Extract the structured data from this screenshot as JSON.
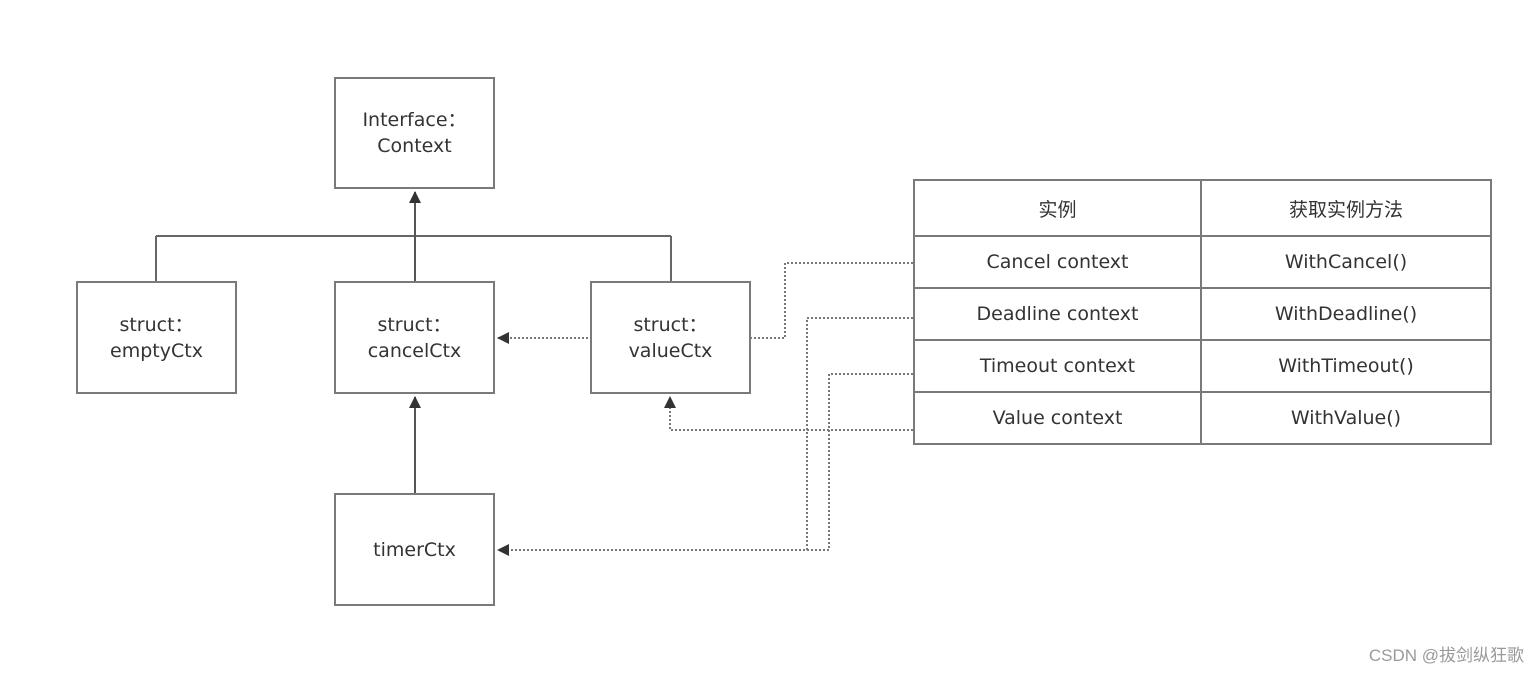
{
  "nodes": {
    "interface": {
      "line1": "Interface：",
      "line2": "Context"
    },
    "empty": {
      "line1": "struct：",
      "line2": "emptyCtx"
    },
    "cancel": {
      "line1": "struct：",
      "line2": "cancelCtx"
    },
    "value": {
      "line1": "struct：",
      "line2": "valueCtx"
    },
    "timer": {
      "line1": "timerCtx"
    }
  },
  "table": {
    "headers": [
      "实例",
      "获取实例方法"
    ],
    "rows": [
      [
        "Cancel context",
        "WithCancel()"
      ],
      [
        "Deadline context",
        "WithDeadline()"
      ],
      [
        "Timeout context",
        "WithTimeout()"
      ],
      [
        "Value context",
        "WithValue()"
      ]
    ]
  },
  "watermark": "CSDN @拔剑纵狂歌",
  "colors": {
    "border": "#7a7a7a",
    "line": "#555555",
    "text": "#333333",
    "watermark": "#9a9a9a"
  }
}
